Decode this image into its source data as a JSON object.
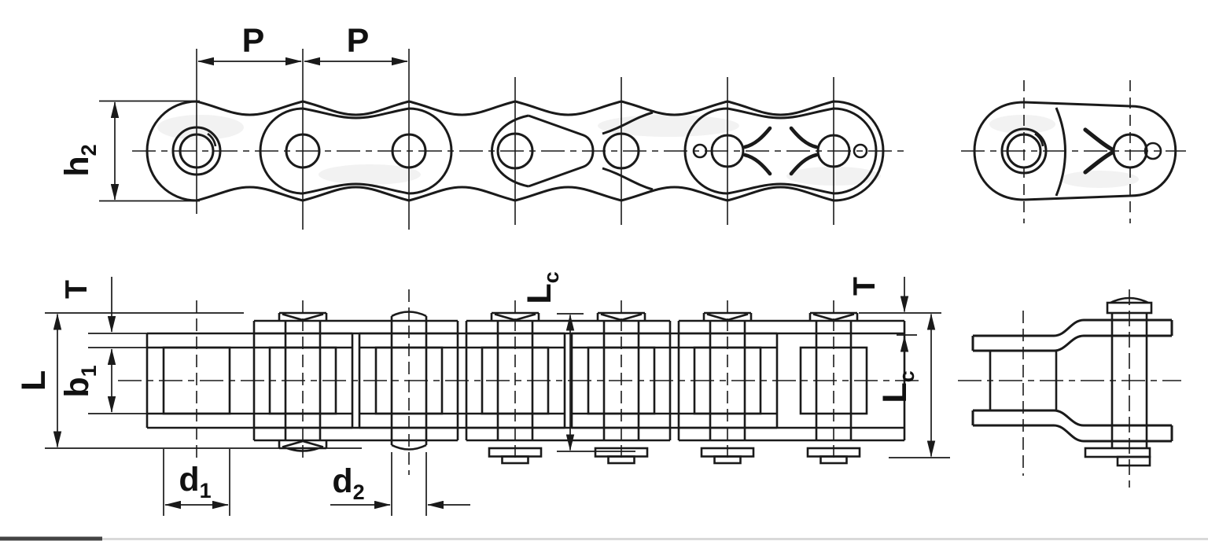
{
  "labels": {
    "p1": {
      "base": "P",
      "sub": ""
    },
    "p2": {
      "base": "P",
      "sub": ""
    },
    "h2": {
      "base": "h",
      "sub": "2"
    },
    "l": {
      "base": "L",
      "sub": ""
    },
    "t_left": {
      "base": "T",
      "sub": ""
    },
    "b1": {
      "base": "b",
      "sub": "1"
    },
    "lc_mid": {
      "base": "L",
      "sub": "c"
    },
    "t_right": {
      "base": "T",
      "sub": ""
    },
    "lc_right": {
      "base": "L",
      "sub": "c"
    },
    "d1": {
      "base": "d",
      "sub": "1"
    },
    "d2": {
      "base": "d",
      "sub": "2"
    }
  },
  "colors": {
    "line": "#1a1a1a",
    "background": "#ffffff",
    "shading": "#f2f2f2",
    "footer_dark": "#444444",
    "footer_light": "#d9d9d9"
  }
}
